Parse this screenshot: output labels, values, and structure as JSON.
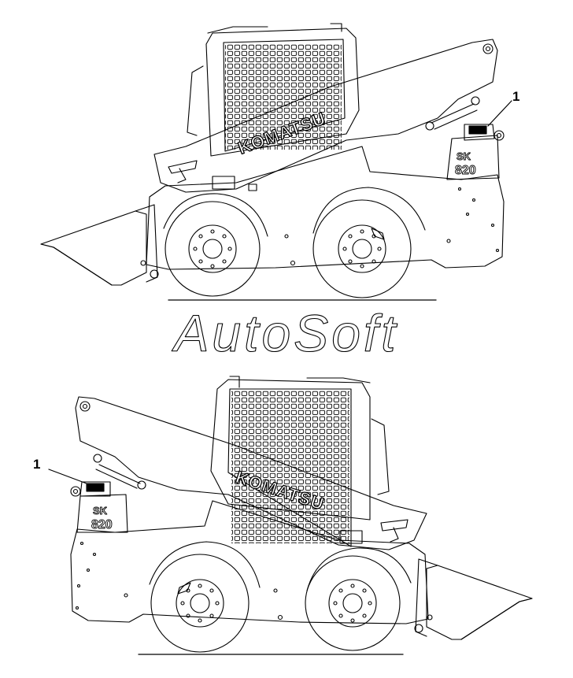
{
  "callouts": {
    "top": "1",
    "bottom": "1"
  },
  "brand": {
    "name": "KOMATSU",
    "model_sk": "SK",
    "model_num": "820"
  },
  "watermark": {
    "text": "AutoSoft"
  }
}
